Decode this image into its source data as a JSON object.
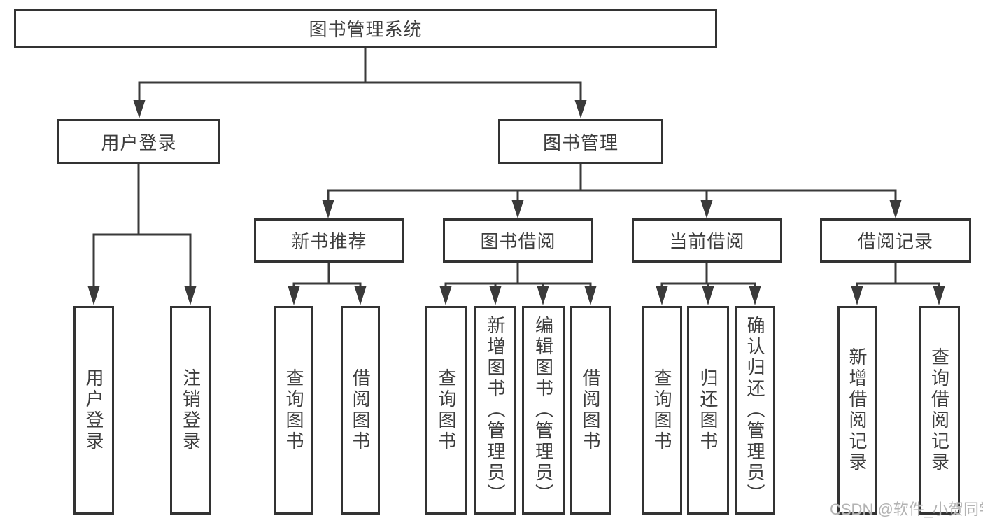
{
  "diagram": {
    "root": {
      "label": "图书管理系统"
    },
    "branches": [
      {
        "label": "用户登录",
        "children": [
          {
            "label": "用户登录"
          },
          {
            "label": "注销登录"
          }
        ]
      },
      {
        "label": "图书管理",
        "children": [
          {
            "label": "新书推荐",
            "children": [
              {
                "label": "查询图书"
              },
              {
                "label": "借阅图书"
              }
            ]
          },
          {
            "label": "图书借阅",
            "children": [
              {
                "label": "查询图书"
              },
              {
                "label": "新增图书（管理员）"
              },
              {
                "label": "编辑图书（管理员）"
              },
              {
                "label": "借阅图书"
              }
            ]
          },
          {
            "label": "当前借阅",
            "children": [
              {
                "label": "查询图书"
              },
              {
                "label": "归还图书"
              },
              {
                "label": "确认归还（管理员）"
              }
            ]
          },
          {
            "label": "借阅记录",
            "children": [
              {
                "label": "新增借阅记录"
              },
              {
                "label": "查询借阅记录"
              }
            ]
          }
        ]
      }
    ]
  },
  "watermark": {
    "text": "CSDN @软件_小贺同学"
  },
  "colors": {
    "line": "#3a3a3a",
    "box_border": "#333333",
    "text": "#3d3d3d",
    "watermark": "#b3b3b3",
    "background": "#ffffff"
  }
}
